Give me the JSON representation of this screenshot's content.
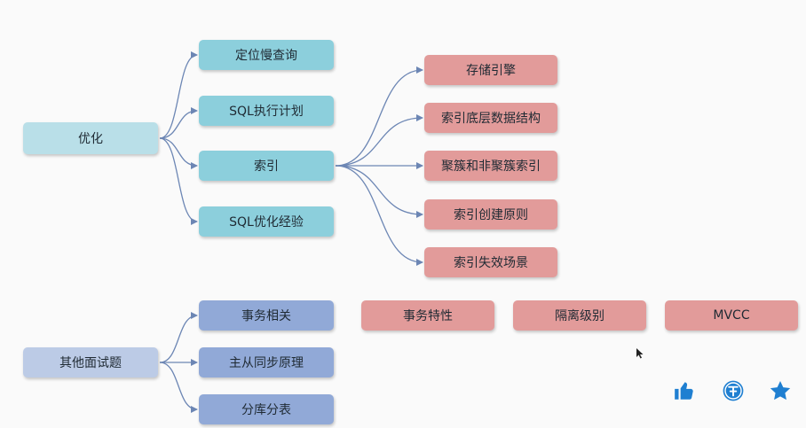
{
  "diagram": {
    "optimize": {
      "root": "优化",
      "children": [
        "定位慢查询",
        "SQL执行计划",
        "索引",
        "SQL优化经验"
      ],
      "index_children": [
        "存储引擎",
        "索引底层数据结构",
        "聚簇和非聚簇索引",
        "索引创建原则",
        "索引失效场景"
      ]
    },
    "other": {
      "root": "其他面试题",
      "children": [
        "事务相关",
        "主从同步原理",
        "分库分表"
      ],
      "transaction_children": [
        "事务特性",
        "隔离级别",
        "MVCC"
      ]
    }
  },
  "colors": {
    "root_optimize": "#b9dfe8",
    "level1_optimize": "#8ccfdc",
    "level2": "#e29b9a",
    "root_other": "#bccbe6",
    "level1_other": "#91a9d7",
    "connector": "#6c86b4",
    "icons": "#1f7fd1"
  },
  "toolbar": {
    "icons": [
      "thumbs-up-icon",
      "coin-icon",
      "star-icon"
    ]
  }
}
